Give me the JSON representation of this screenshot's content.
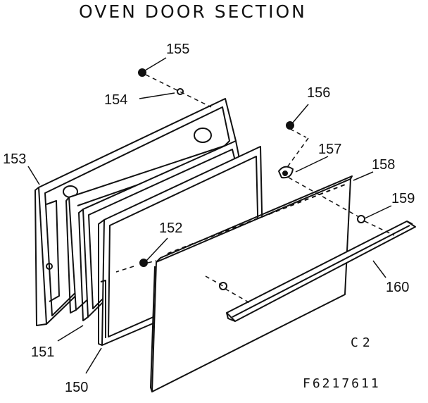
{
  "title": "OVEN DOOR SECTION",
  "view_code": "C2",
  "figure_code": "F6217611",
  "parts": {
    "p150": "150",
    "p151": "151",
    "p152": "152",
    "p153": "153",
    "p154": "154",
    "p155": "155",
    "p156": "156",
    "p157": "157",
    "p158": "158",
    "p159": "159",
    "p160": "160"
  },
  "colors": {
    "ink": "#111111",
    "panel_fill": "#ffffff"
  }
}
